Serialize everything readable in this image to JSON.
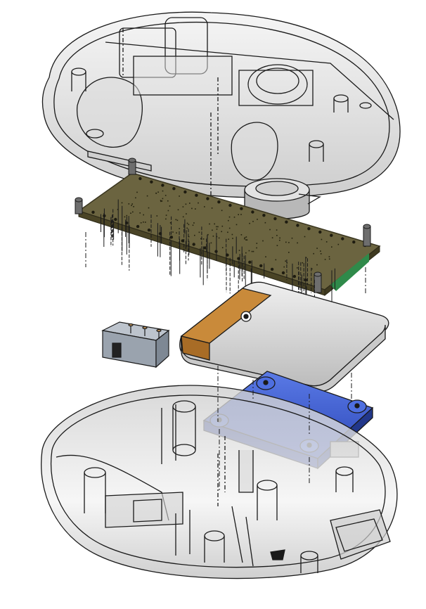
{
  "figure": {
    "kind": "exploded-assembly-render",
    "components": [
      {
        "id": "top-shell",
        "label": "",
        "color": "#d9d9d9"
      },
      {
        "id": "pcb",
        "label": "",
        "color": "#6b6440"
      },
      {
        "id": "buzzer",
        "label": "",
        "color": "#c8c8c8"
      },
      {
        "id": "slide-switch",
        "label": "",
        "color": "#8a93a0"
      },
      {
        "id": "battery",
        "label": "",
        "color": "#d5d5d5",
        "tab_color": "#c98a3a"
      },
      {
        "id": "blue-mount-plate",
        "label": "",
        "color": "#3d5fd6"
      },
      {
        "id": "bottom-shell",
        "label": "",
        "color": "#d9d9d9"
      }
    ],
    "colors": {
      "shell_fill": "#e6e6e6",
      "outline": "#1a1a1a",
      "pcb": "#6b6440",
      "pcb_edge": "#3a3620",
      "blue": "#3d5fd6",
      "battery_tab": "#c98a3a",
      "switch": "#9aa3ae"
    }
  }
}
